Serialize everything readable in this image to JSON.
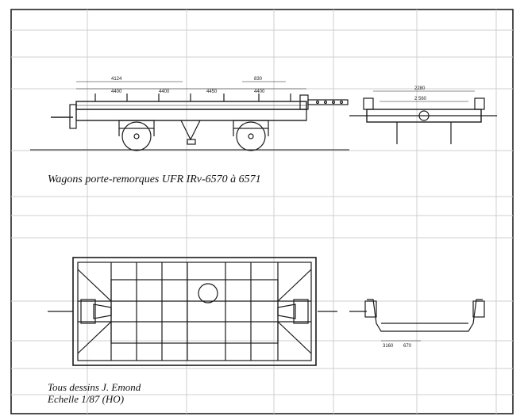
{
  "captions": {
    "title": "Wagons porte-remorques UFR IRv-6570 à 6571",
    "credit": "Tous dessins J. Emond",
    "scale": "Echelle 1/87 (HO)"
  },
  "dimensions": {
    "side_top_1": "4124",
    "side_top_2": "830",
    "side_row_1": "4400",
    "side_row_2": "4400",
    "side_row_3": "4450",
    "side_row_4": "4400",
    "end_top": "2280",
    "end_mid": "2 560",
    "section_bottom": "3160",
    "section_bottom_2": "670"
  },
  "colors": {
    "ink": "#1a1a1a",
    "ghost": "#c9c9c9",
    "paper": "#ffffff",
    "frame": "#222222"
  }
}
